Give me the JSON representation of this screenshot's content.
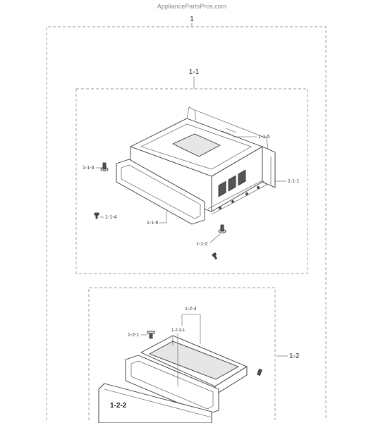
{
  "watermark": "AppliancePartsPros.com",
  "labels": {
    "assembly": "1",
    "sub_1_1": "1-1",
    "p_1_1_5": "1-1-5",
    "p_1_1_3": "1-1-3",
    "p_1_1_1": "1-1-1",
    "p_1_1_4": "1-1-4",
    "p_1_1_6": "1-1-6",
    "p_1_1_2": "1-1-2",
    "p_1_2_3": "1-2-3",
    "p_1_2_3_1": "1-2-3-1",
    "p_1_2_1": "1-2-1",
    "sub_1_2": "1-2",
    "p_1_2_2": "1-2-2"
  }
}
